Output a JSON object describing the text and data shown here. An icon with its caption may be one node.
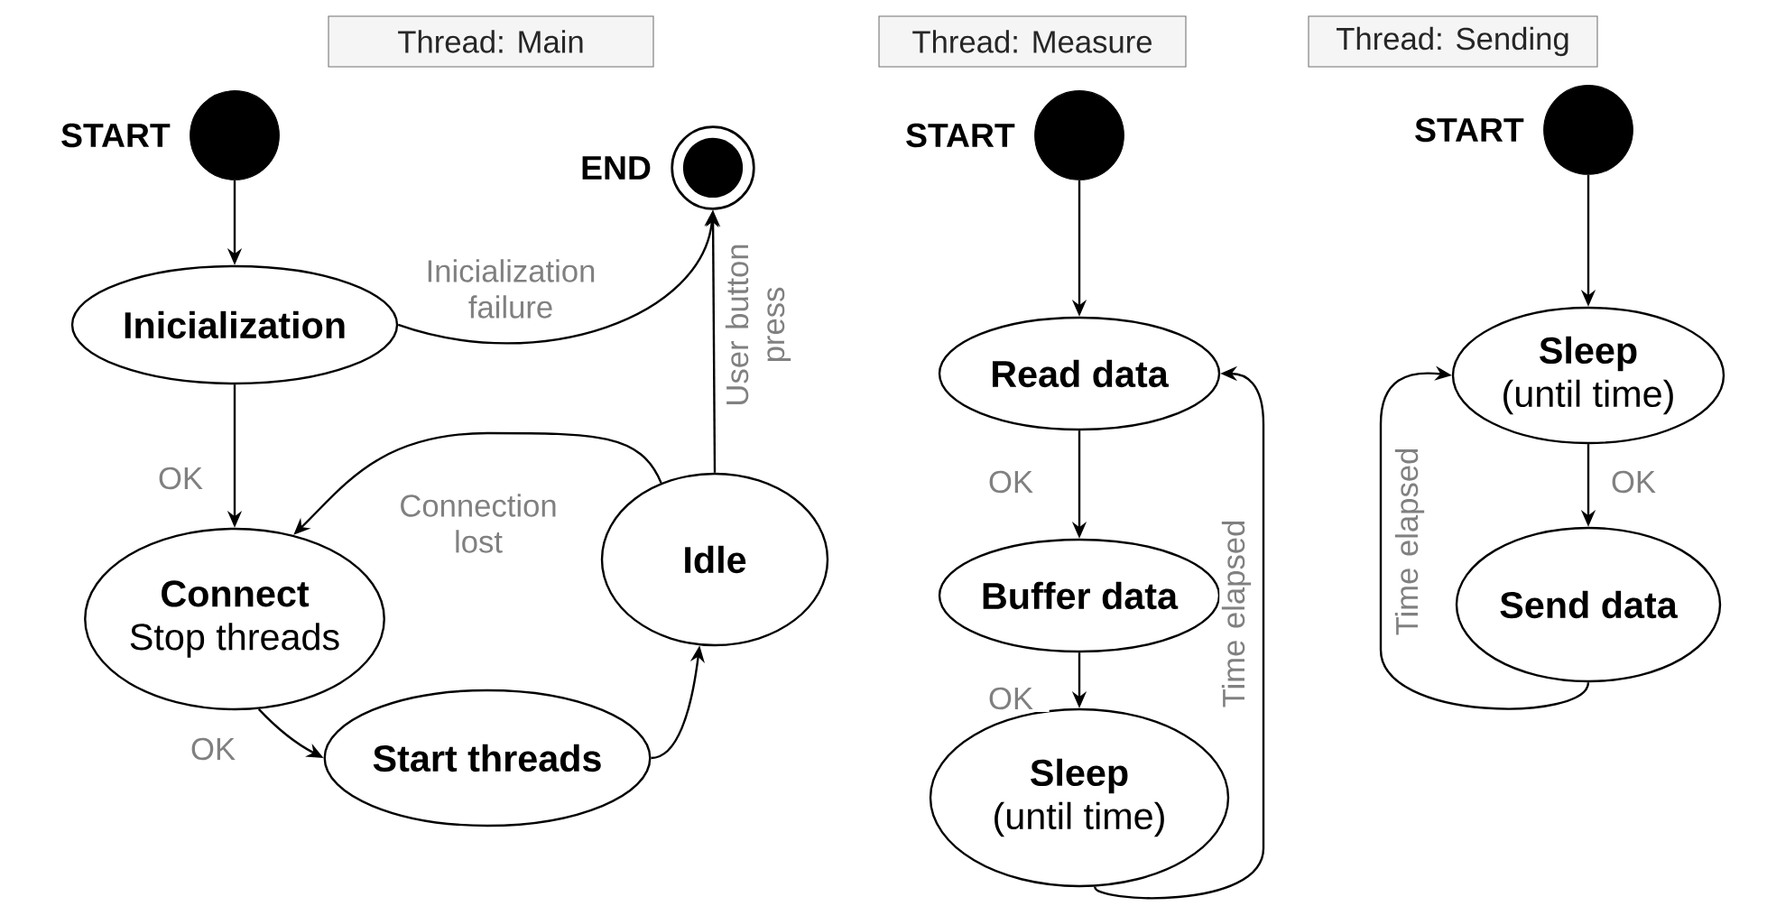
{
  "diagram": {
    "nodes": [
      {
        "text": [
          "Thread: Main"
        ]
      },
      {
        "text": [],
        "shape": "circle",
        "beside": [
          "START"
        ]
      },
      {
        "text": [],
        "shape": "circle",
        "beside": [
          "END"
        ]
      },
      {
        "text": [
          "Inicialization"
        ]
      },
      {
        "text": [
          "Connect",
          "Stop threads"
        ]
      },
      {
        "text": [
          "Start threads"
        ]
      },
      {
        "text": [
          "Idle"
        ]
      },
      {
        "text": [
          "Thread: Measure"
        ]
      },
      {
        "text": [],
        "shape": "circle",
        "beside": [
          "START"
        ]
      },
      {
        "text": [
          "Read data"
        ]
      },
      {
        "text": [
          "Buffer data"
        ]
      },
      {
        "text": [
          "Sleep",
          "(until time)"
        ]
      },
      {
        "text": [
          "Thread: Sending"
        ]
      },
      {
        "text": [],
        "shape": "circle",
        "beside": [
          "START"
        ]
      },
      {
        "text": [
          "Sleep",
          "(until time)"
        ]
      },
      {
        "text": [
          "Send data"
        ]
      }
    ],
    "edges": [
      {
        "from": 1,
        "to": 3,
        "arrow": "to"
      },
      {
        "from": 3,
        "to": 2,
        "arrow": "to",
        "label": "Inicialization failure"
      },
      {
        "from": 3,
        "to": 4,
        "arrow": "to",
        "label": "OK"
      },
      {
        "from": 6,
        "to": 4,
        "arrow": "to",
        "label": "Connection lost"
      },
      {
        "from": 4,
        "to": 5,
        "arrow": "to",
        "label": "OK"
      },
      {
        "from": 5,
        "to": 6,
        "arrow": "to"
      },
      {
        "from": 6,
        "to": 2,
        "arrow": "to",
        "label": "User button press"
      },
      {
        "from": 8,
        "to": 9,
        "arrow": "to"
      },
      {
        "from": 9,
        "to": 10,
        "arrow": "to",
        "label": "OK"
      },
      {
        "from": 10,
        "to": 11,
        "arrow": "to",
        "label": "OK"
      },
      {
        "from": 11,
        "to": 9,
        "arrow": "to",
        "label": "Time elapsed"
      },
      {
        "from": 13,
        "to": 14,
        "arrow": "to"
      },
      {
        "from": 14,
        "to": 15,
        "arrow": "to",
        "label": "OK"
      },
      {
        "from": 15,
        "to": 14,
        "arrow": "to",
        "label": "Time elapsed"
      }
    ]
  }
}
